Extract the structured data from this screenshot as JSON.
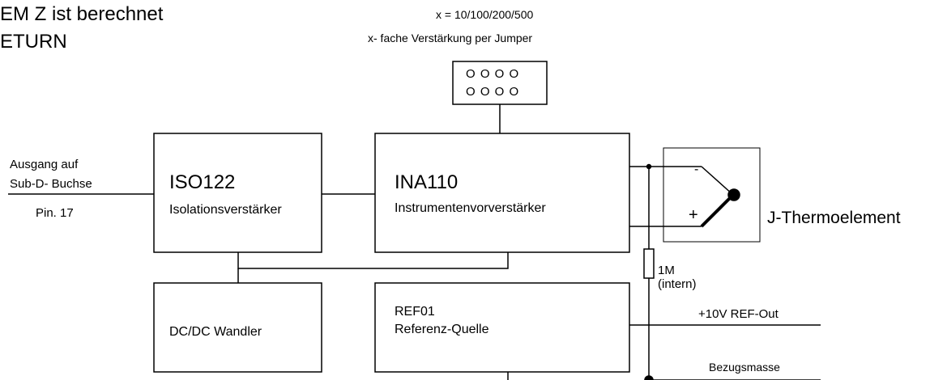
{
  "header": {
    "line1": "EM Z ist berechnet",
    "line2": "ETURN"
  },
  "jumper": {
    "top_note": "x = 10/100/200/500",
    "sub_note": "x- fache Verstärkung per Jumper",
    "row1": "O O O O",
    "row2": "O O O O"
  },
  "output": {
    "line1": "Ausgang auf",
    "line2": "Sub-D- Buchse",
    "line3": "Pin. 17"
  },
  "iso": {
    "title": "ISO122",
    "subtitle": "Isolationsverstärker"
  },
  "ina": {
    "title": "INA110",
    "subtitle": "Instrumentenvorverstärker"
  },
  "dcdc": {
    "title": "DC/DC Wandler"
  },
  "ref": {
    "title": "REF01",
    "subtitle": "Referenz-Quelle"
  },
  "thermo": {
    "label": "J-Thermoelement",
    "minus": "-",
    "plus": "+"
  },
  "resistor": {
    "value": "1M",
    "note": "(intern)"
  },
  "ref_out": {
    "label": "+10V REF-Out"
  },
  "ground": {
    "label": "Bezugsmasse"
  }
}
